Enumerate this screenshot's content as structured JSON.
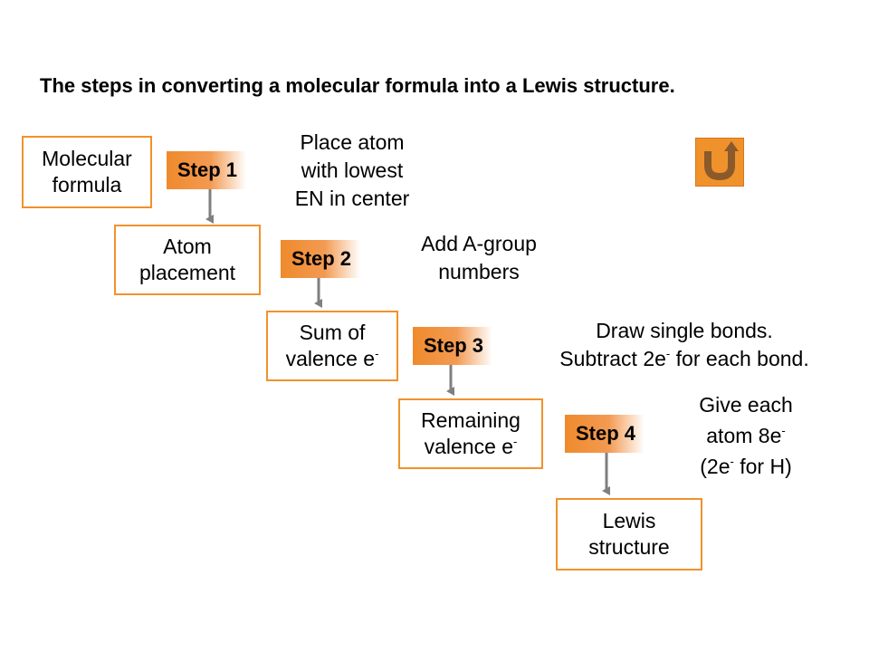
{
  "title": "The steps in converting a molecular formula into a Lewis structure.",
  "boxes": {
    "molecular_formula": [
      "Molecular",
      "formula"
    ],
    "atom_placement": [
      "Atom",
      "placement"
    ],
    "sum_valence": [
      "Sum of",
      "valence e"
    ],
    "remaining_valence": [
      "Remaining",
      "valence e"
    ],
    "lewis_structure": [
      "Lewis",
      "structure"
    ]
  },
  "superscript": "-",
  "steps": [
    "Step 1",
    "Step 2",
    "Step 3",
    "Step 4"
  ],
  "notes": {
    "step1": [
      "Place atom",
      "with lowest",
      "EN in center"
    ],
    "step2": [
      "Add A-group",
      "numbers"
    ],
    "step3": [
      "Draw single bonds.",
      "Subtract 2e",
      " for each bond."
    ],
    "step4": [
      "Give each",
      "atom 8e",
      "(2e",
      " for H)"
    ]
  },
  "colors": {
    "accent": "#f0922c",
    "arrow": "#7f7f7f"
  },
  "icons": {
    "back": "u-turn-back-icon"
  }
}
